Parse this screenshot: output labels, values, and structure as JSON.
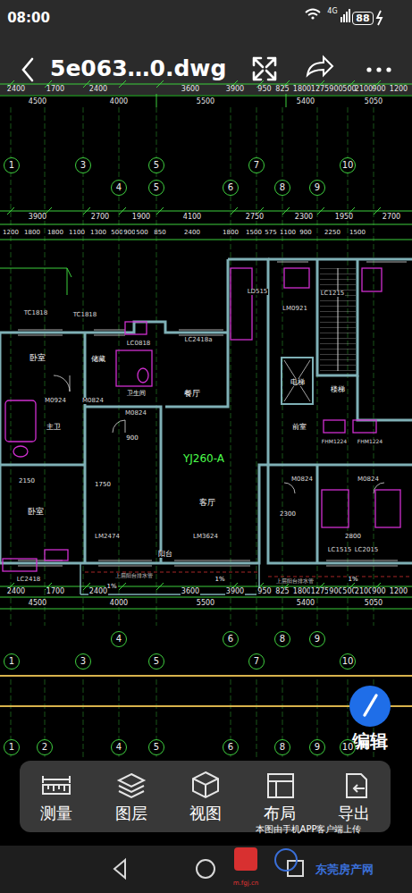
{
  "diagram": {
    "title": "5e063…0.dwg",
    "nodes": [
      {
        "text": [
          "88"
        ]
      },
      {
        "text": [
          "1"
        ]
      },
      {
        "text": [
          "3"
        ]
      },
      {
        "text": [
          "5"
        ]
      },
      {
        "text": [
          "7"
        ]
      },
      {
        "text": [
          "10"
        ]
      },
      {
        "text": [
          "4"
        ]
      },
      {
        "text": [
          "5"
        ]
      },
      {
        "text": [
          "6"
        ]
      },
      {
        "text": [
          "8"
        ]
      },
      {
        "text": [
          "9"
        ]
      },
      {
        "text": [
          "4"
        ]
      },
      {
        "text": [
          "6"
        ]
      },
      {
        "text": [
          "8"
        ]
      },
      {
        "text": [
          "9"
        ]
      },
      {
        "text": [
          "1"
        ]
      },
      {
        "text": [
          "3"
        ]
      },
      {
        "text": [
          "5"
        ]
      },
      {
        "text": [
          "7"
        ]
      },
      {
        "text": [
          "10"
        ]
      },
      {
        "text": [
          "编辑"
        ]
      },
      {
        "text": [
          "1"
        ]
      },
      {
        "text": [
          "2"
        ]
      },
      {
        "text": [
          "4"
        ]
      },
      {
        "text": [
          "5"
        ]
      },
      {
        "text": [
          "6"
        ]
      },
      {
        "text": [
          "8"
        ]
      },
      {
        "text": [
          "9"
        ]
      },
      {
        "text": [
          "10"
        ]
      },
      {
        "text": [
          "测量"
        ]
      },
      {
        "text": [
          "图层"
        ]
      },
      {
        "text": [
          "视图"
        ]
      },
      {
        "text": [
          "布局"
        ]
      },
      {
        "text": [
          "导出"
        ]
      }
    ],
    "labels": [
      "08:00",
      "4G",
      "2400",
      "1700",
      "2400",
      "3600",
      "3900",
      "950",
      "825",
      "1800",
      "1275",
      "900",
      "500",
      "2100",
      "900",
      "1200",
      "4500",
      "4000",
      "5500",
      "5400",
      "5050",
      "3900",
      "2700",
      "1900",
      "4100",
      "2750",
      "2300",
      "1950",
      "2700",
      "1200",
      "1800",
      "1800",
      "1100",
      "1300",
      "500",
      "900",
      "500",
      "850",
      "2400",
      "1800",
      "1500",
      "575",
      "1100",
      "900",
      "2250",
      "1500",
      "TC1818",
      "TC1818",
      "LC0818",
      "LC2418a",
      "LD515",
      "LC1215",
      "LM0921",
      "卧室",
      "储藏",
      "卫生间",
      "M0924",
      "M0824",
      "M0824",
      "主卫",
      "餐厅",
      "电梯",
      "楼梯",
      "前室",
      "FHM1224",
      "FHM1224",
      "YJ260-A",
      "2150",
      "1750",
      "900",
      "M0824",
      "M0824",
      "卧室",
      "客厅",
      "2300",
      "2800",
      "LM2474",
      "LM3624",
      "LC1515",
      "LC2015",
      "阳台",
      "上层阳台排水管",
      "上层阳台排水管",
      "LC2418",
      "1%",
      "1%",
      "1%",
      "2400",
      "1700",
      "2400",
      "3600",
      "3900",
      "950",
      "825",
      "1800",
      "1275",
      "900",
      "500",
      "2100",
      "900",
      "1200",
      "4500",
      "4000",
      "5500",
      "5400",
      "5050",
      "本图由手机APP客户端上传",
      "m.fgj.cn",
      "东莞房产网"
    ]
  }
}
